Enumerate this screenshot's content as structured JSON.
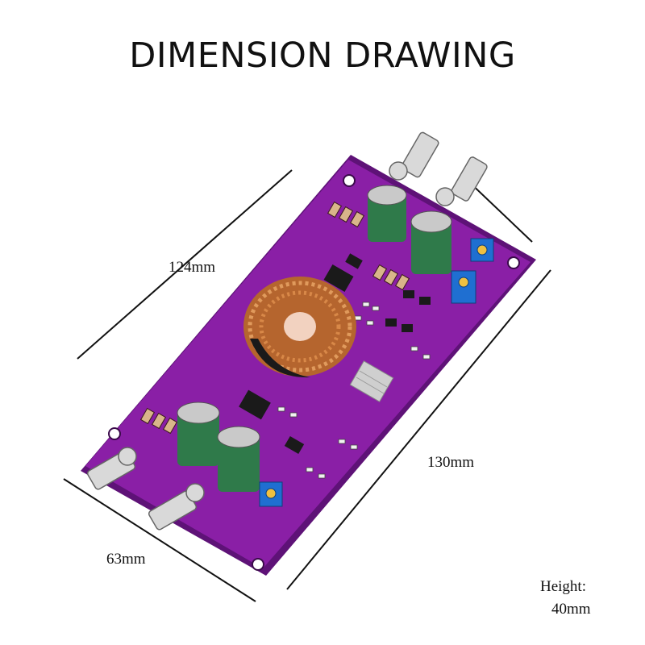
{
  "title": "DIMENSION DRAWING",
  "dimensions": {
    "length_a": "124mm",
    "length_b": "130mm",
    "width": "63mm",
    "height_label": "Height:",
    "height_value": "40mm"
  },
  "colors": {
    "pcb": "#8a1fa6",
    "pcb_dark": "#5e1277",
    "copper": "#c8743a",
    "capacitor": "#2f7a4a",
    "potentiometer": "#1f6fd1",
    "line": "#111111"
  }
}
